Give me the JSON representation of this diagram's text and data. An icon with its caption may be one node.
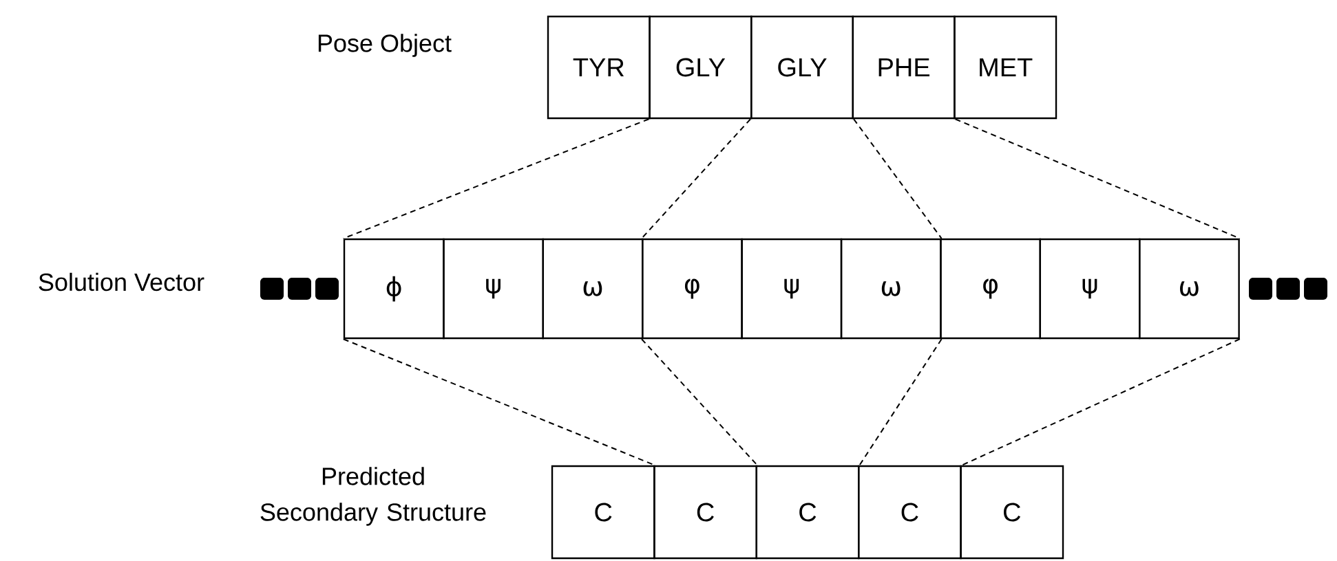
{
  "diagram": {
    "nodes": [
      {
        "text": [
          "TYR"
        ]
      },
      {
        "text": [
          "GLY"
        ]
      },
      {
        "text": [
          "GLY"
        ]
      },
      {
        "text": [
          "PHE"
        ]
      },
      {
        "text": [
          "MET"
        ]
      },
      {
        "text": [
          "ϕ"
        ]
      },
      {
        "text": [
          "ψ"
        ]
      },
      {
        "text": [
          "ω"
        ]
      },
      {
        "text": [
          "φ"
        ]
      },
      {
        "text": [
          "ψ"
        ]
      },
      {
        "text": [
          "ω"
        ]
      },
      {
        "text": [
          "φ"
        ]
      },
      {
        "text": [
          "ψ"
        ]
      },
      {
        "text": [
          "ω"
        ]
      },
      {
        "text": [
          "C"
        ]
      },
      {
        "text": [
          "C"
        ]
      },
      {
        "text": [
          "C"
        ]
      },
      {
        "text": [
          "C"
        ]
      },
      {
        "text": [
          "C"
        ]
      }
    ],
    "edges": [
      {
        "from": 1,
        "to": 5,
        "arrow": "none",
        "style": "dashed"
      },
      {
        "from": 2,
        "to": 8,
        "arrow": "none",
        "style": "dashed"
      },
      {
        "from": 2,
        "to": 10,
        "arrow": "none",
        "style": "dashed"
      },
      {
        "from": 3,
        "to": 13,
        "arrow": "none",
        "style": "dashed"
      },
      {
        "from": 5,
        "to": 14,
        "arrow": "none",
        "style": "dashed"
      },
      {
        "from": 8,
        "to": 15,
        "arrow": "none",
        "style": "dashed"
      },
      {
        "from": 10,
        "to": 16,
        "arrow": "none",
        "style": "dashed"
      },
      {
        "from": 13,
        "to": 17,
        "arrow": "none",
        "style": "dashed"
      }
    ],
    "labels": [
      "Pose Object",
      "Solution Vector",
      "Predicted Secondary Structure"
    ]
  }
}
